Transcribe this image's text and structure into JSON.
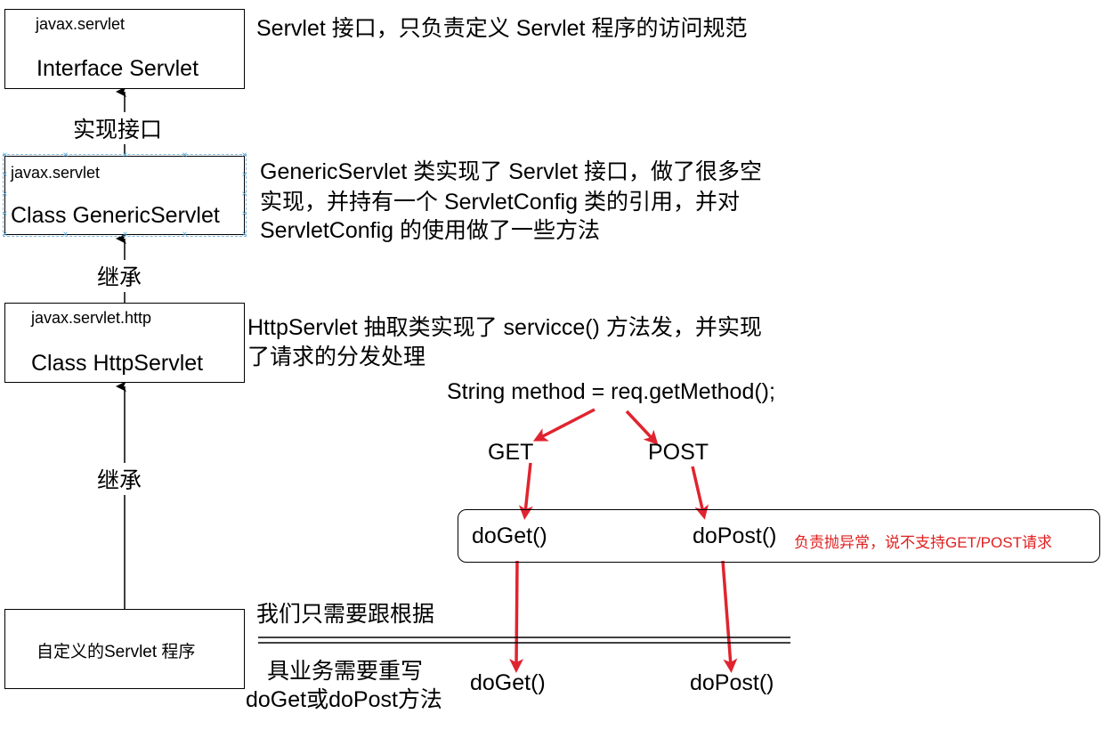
{
  "servlet_box": {
    "package": "javax.servlet",
    "name": "Interface Servlet"
  },
  "servlet_desc": "Servlet  接口，只负责定义 Servlet 程序的访问规范",
  "edge1_label": "实现接口",
  "generic_box": {
    "package": "javax.servlet",
    "name": "Class GenericServlet"
  },
  "generic_desc": [
    "GenericServlet 类实现了 Servlet 接口，做了很多空",
    "实现，并持有一个 ServletConfig 类的引用，并对",
    "ServletConfig 的使用做了一些方法"
  ],
  "edge2_label": "继承",
  "http_box": {
    "package": "javax.servlet.http",
    "name": "Class HttpServlet"
  },
  "http_desc": [
    "HttpServlet 抽取类实现了 servicce() 方法发，并实现",
    "了请求的分发处理"
  ],
  "edge3_label": "继承",
  "custom_box": {
    "name": "自定义的Servlet 程序"
  },
  "dispatch": {
    "code": "String method = req.getMethod();",
    "get": "GET",
    "post": "POST",
    "do_get": "doGet()",
    "do_post": "doPost()",
    "error_note": "负责抛异常，说不支持GET/POST请求"
  },
  "override_note": {
    "line1": "我们只需要跟根据",
    "line2": "具业务需要重写",
    "line3": "doGet或doPost方法"
  },
  "override_methods": {
    "do_get": "doGet()",
    "do_post": "doPost()"
  },
  "colors": {
    "arrow_red": "#e0242f",
    "selection_handle": "#4ea6dc",
    "note_red": "#e02020"
  }
}
